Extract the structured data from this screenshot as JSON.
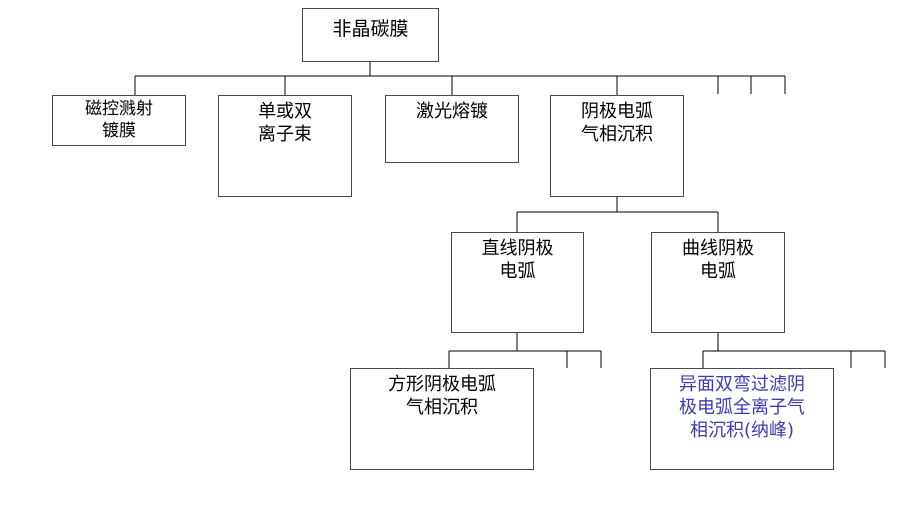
{
  "diagram": {
    "root": "非晶碳膜",
    "level1": [
      "磁控溅射\n镀膜",
      "单或双\n离子束",
      "激光熔镀",
      "阴极电弧\n气相沉积"
    ],
    "level2": [
      "直线阴极\n电弧",
      "曲线阴极\n电弧"
    ],
    "level3": [
      "方形阴极电弧\n气相沉积",
      "异面双弯过滤阴\n极电弧全离子气\n相沉积(纳峰)"
    ],
    "highlight_color": "#3b3bb5",
    "line_color": "#000000"
  }
}
